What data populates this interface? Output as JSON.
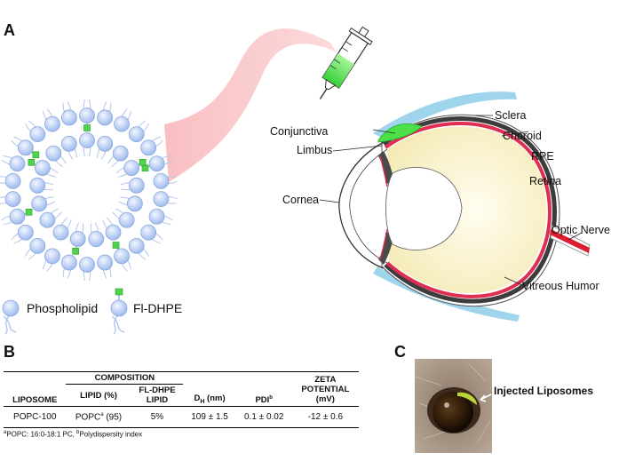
{
  "panels": {
    "a": "A",
    "b": "B",
    "c": "C"
  },
  "eye_labels": {
    "sclera": "Sclera",
    "conjunctiva": "Conjunctiva",
    "choroid": "Choroid",
    "limbus": "Limbus",
    "rpe": "RPE",
    "retina": "Retina",
    "cornea": "Cornea",
    "optic_nerve": "Optic Nerve",
    "vitreous_humor": "Vitreous Humor"
  },
  "legend": {
    "phospholipid": "Phospholipid",
    "fl_dhpe": "Fl-DHPE"
  },
  "table": {
    "headers": {
      "liposome": "LIPOSOME",
      "composition": "COMPOSITION",
      "lipid": "LIPID (%)",
      "fl_dhpe_lipid_1": "FL-DHPE",
      "fl_dhpe_lipid_2": "LIPID",
      "dh_main": "D",
      "dh_sub": "H",
      "dh_unit": " (nm)",
      "pdi": "PDI",
      "pdi_sup": "b",
      "zeta_1": "ZETA",
      "zeta_2": "POTENTIAL",
      "zeta_3": "(mV)"
    },
    "row": {
      "liposome": "POPC-100",
      "lipid_name": "POPC",
      "lipid_sup": "a",
      "lipid_pct": " (95)",
      "fl_dhpe": "5%",
      "dh": "109 ± 1.5",
      "pdi": "0.1 ± 0.02",
      "zeta": "-12 ± 0.6"
    },
    "footnote": {
      "a_sup": "a",
      "a_text": "POPC: 16:0-18:1 PC, ",
      "b_sup": "b",
      "b_text": "Polydispersity index"
    }
  },
  "photo_label": "Injected Liposomes"
}
